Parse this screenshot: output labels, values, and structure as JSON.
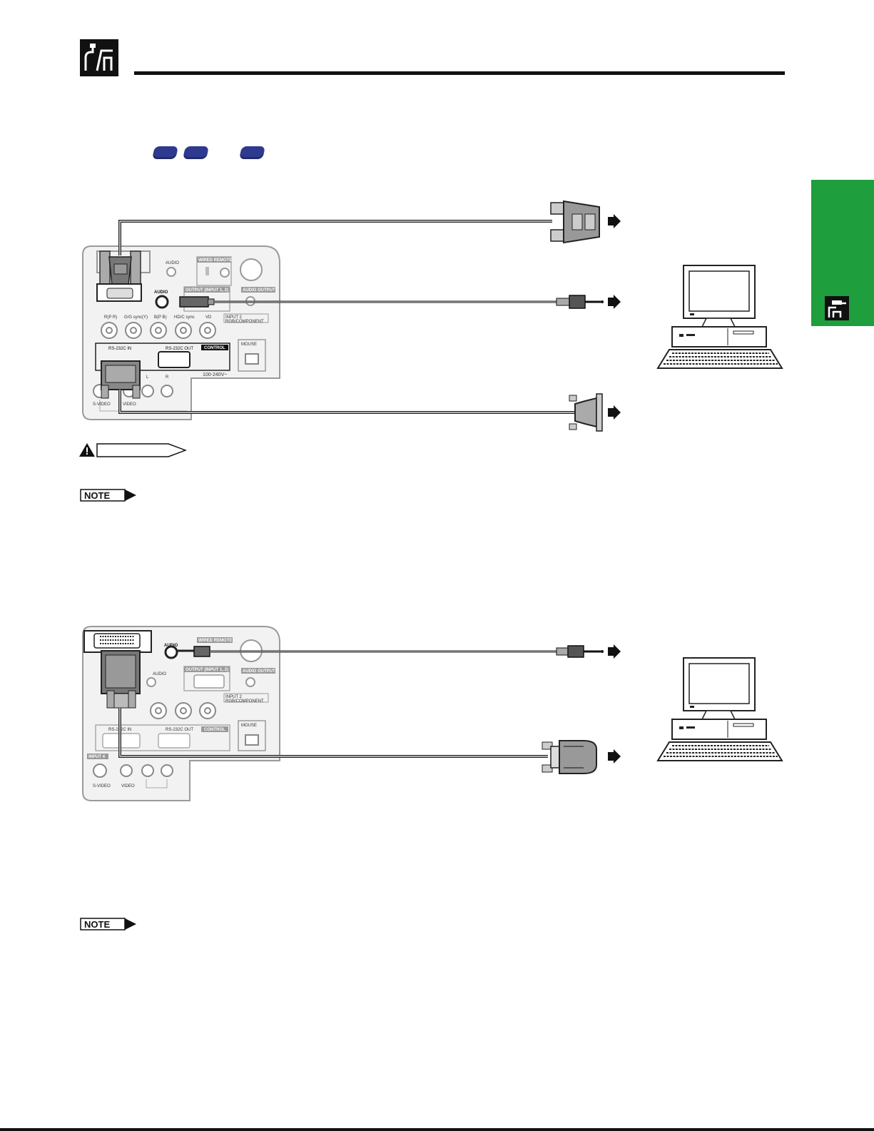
{
  "page": {
    "caution_badge": "CAUTION",
    "note_label": "NOTE"
  },
  "panel_top": {
    "wired_remote": "WIRED REMOTE",
    "audio_1": "AUDIO",
    "audio_2": "AUDIO",
    "output": "OUTPUT (INPUT 1, 2)",
    "audio_output": "AUDIO OUTPUT",
    "input2": "INPUT 2",
    "rgb_component": "RGB/COMPONENT",
    "bnc_labels": [
      "R(P R)",
      "G/G sync(Y)",
      "B(P B)",
      "HD/C sync",
      "VD"
    ],
    "rs232c_in": "RS-232C IN",
    "rs232c_out": "RS-232C OUT",
    "control": "CONTROL",
    "mouse": "MOUSE",
    "voltage": "100-240V~",
    "svideo": "S-VIDEO",
    "video": "VIDEO",
    "l": "L",
    "r": "R"
  },
  "panel_bottom": {
    "audio_top": "AUDIO",
    "wired_remote": "WIRED REMOTE",
    "output": "OUTPUT (INPUT 1, 2)",
    "audio_output": "AUDIO OUTPUT",
    "input2": "INPUT 2",
    "rgb_component": "RGB/COMPONENT",
    "rs232c_in": "RS-232C IN",
    "rs232c_out": "RS-232C OUT",
    "control": "CONTROL",
    "mouse": "MOUSE",
    "input4": "INPUT 4",
    "svideo": "S-VIDEO",
    "video": "VIDEO"
  }
}
